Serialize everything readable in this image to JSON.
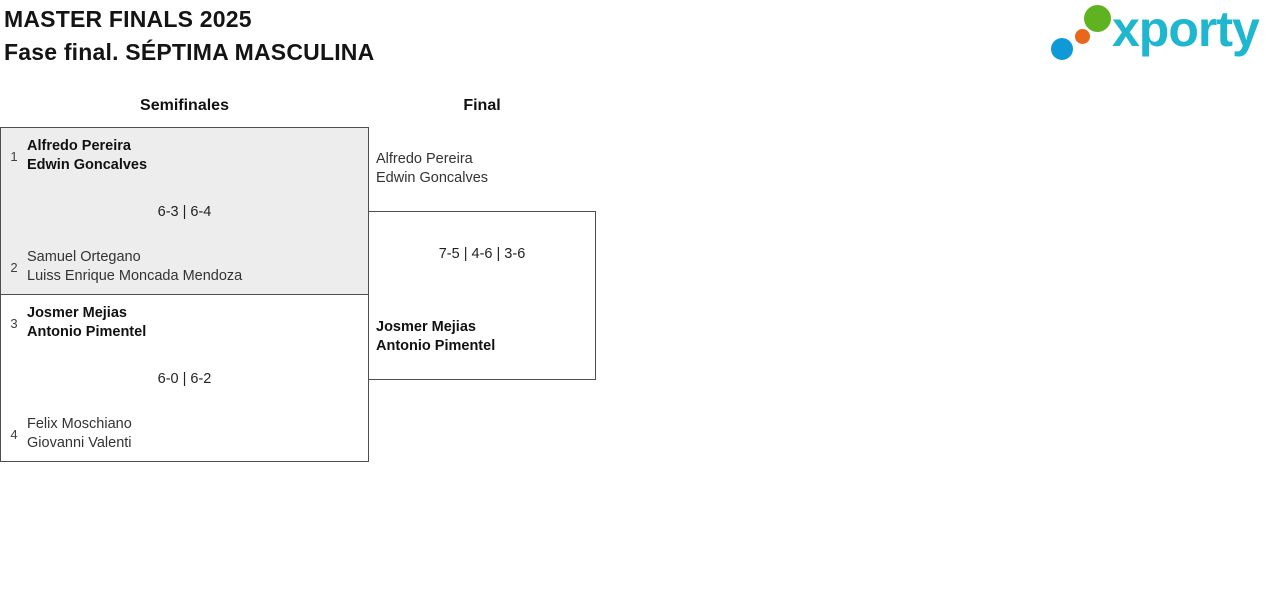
{
  "header": {
    "title": "MASTER FINALS 2025",
    "subtitle": "Fase final. SÉPTIMA MASCULINA"
  },
  "logo": {
    "text": "xporty",
    "colors": {
      "text": "#1fb7cf",
      "dot_green": "#5fb321",
      "dot_blue": "#0f9ad7",
      "dot_orange": "#e8671b"
    }
  },
  "bracket": {
    "rounds": [
      "Semifinales",
      "Final"
    ],
    "semifinals": [
      {
        "score": "6-3 | 6-4",
        "top": {
          "seed": "1",
          "players": [
            "Alfredo Pereira",
            "Edwin Goncalves"
          ],
          "winner": true
        },
        "bottom": {
          "seed": "2",
          "players": [
            "Samuel Ortegano",
            "Luiss Enrique Moncada Mendoza"
          ],
          "winner": false
        }
      },
      {
        "score": "6-0 | 6-2",
        "top": {
          "seed": "3",
          "players": [
            "Josmer Mejias",
            "Antonio Pimentel"
          ],
          "winner": true
        },
        "bottom": {
          "seed": "4",
          "players": [
            "Felix Moschiano",
            "Giovanni Valenti"
          ],
          "winner": false
        }
      }
    ],
    "final": {
      "score": "7-5 | 4-6 | 3-6",
      "top": {
        "players": [
          "Alfredo Pereira",
          "Edwin Goncalves"
        ],
        "winner": false
      },
      "bottom": {
        "players": [
          "Josmer Mejias",
          "Antonio Pimentel"
        ],
        "winner": true
      }
    }
  }
}
